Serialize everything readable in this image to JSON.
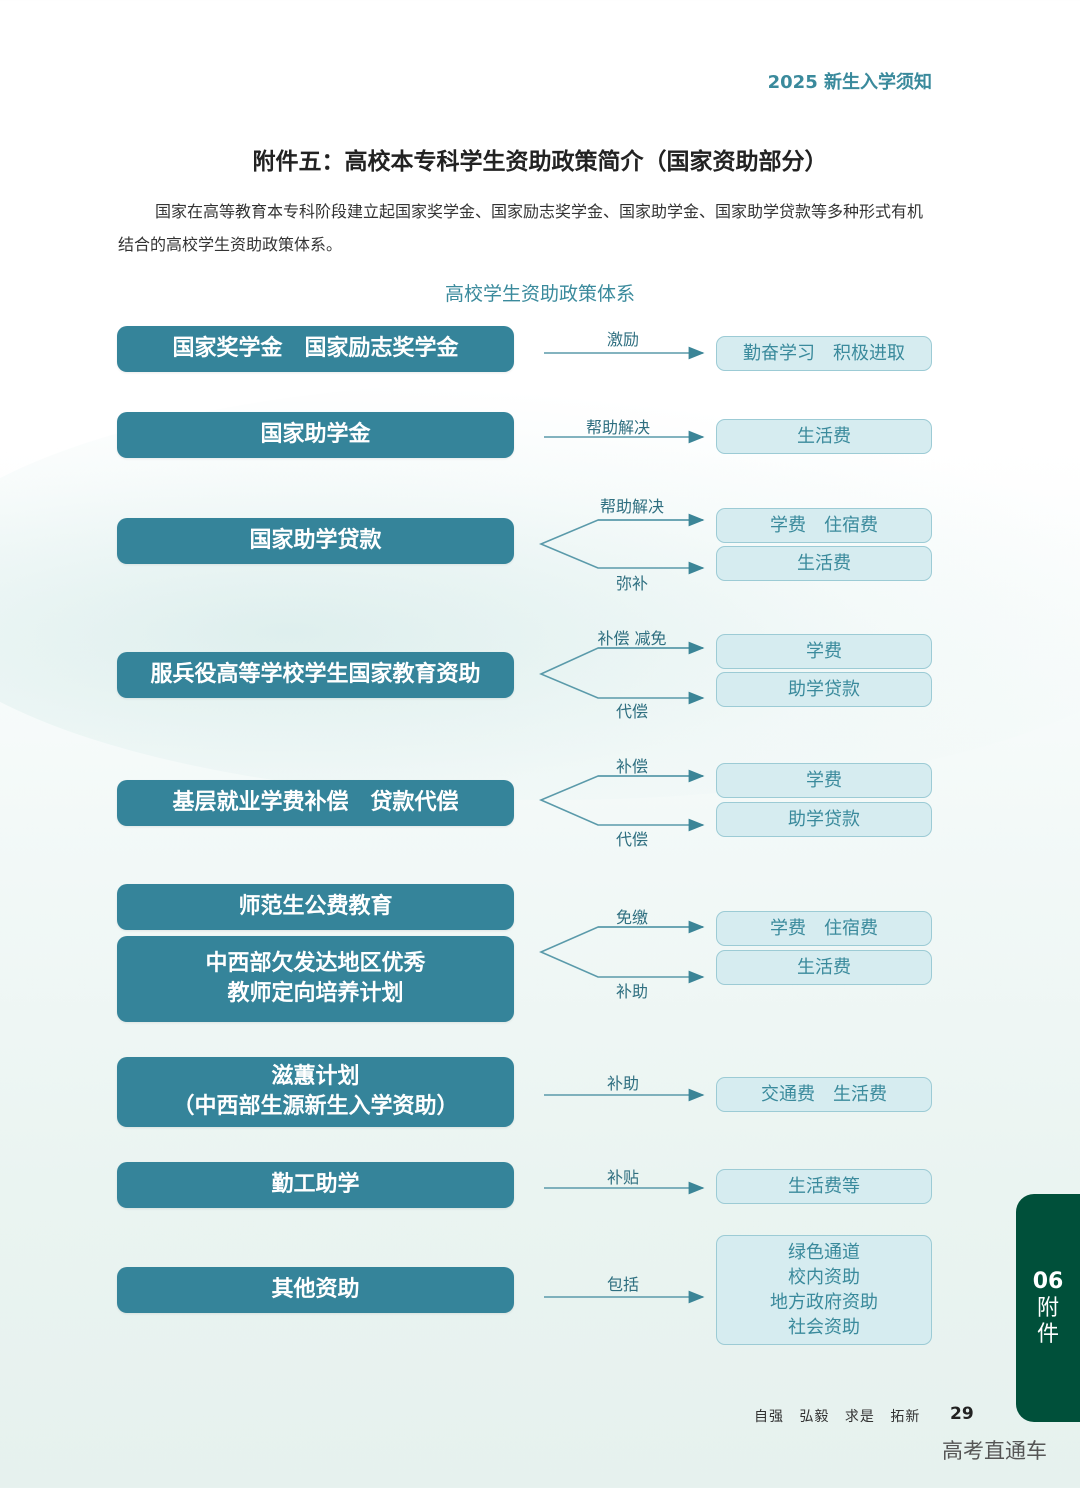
{
  "header": {
    "tag": "2025 新生入学须知"
  },
  "title": "附件五：高校本专科学生资助政策简介（国家资助部分）",
  "intro": "国家在高等教育本专科阶段建立起国家奖学金、国家励志奖学金、国家助学金、国家助学贷款等多种形式有机结合的高校学生资助政策体系。",
  "diagram": {
    "title": "高校学生资助政策体系",
    "colors": {
      "policy_box": "#35849a",
      "result_box": "#d6ecf0",
      "result_border": "#9ccbd5",
      "accent": "#3a8a9c"
    },
    "rows": [
      {
        "policy": [
          "国家奖学金　国家励志奖学金"
        ],
        "arrows": [
          "激励"
        ],
        "results": [
          [
            "勤奋学习　积极进取"
          ]
        ]
      },
      {
        "policy": [
          "国家助学金"
        ],
        "arrows": [
          "帮助解决"
        ],
        "results": [
          [
            "生活费"
          ]
        ]
      },
      {
        "policy": [
          "国家助学贷款"
        ],
        "arrows": [
          "帮助解决",
          "弥补"
        ],
        "results": [
          [
            "学费　住宿费"
          ],
          [
            "生活费"
          ]
        ]
      },
      {
        "policy": [
          "服兵役高等学校学生国家教育资助"
        ],
        "arrows": [
          "补偿 减免",
          "代偿"
        ],
        "results": [
          [
            "学费"
          ],
          [
            "助学贷款"
          ]
        ]
      },
      {
        "policy": [
          "基层就业学费补偿　贷款代偿"
        ],
        "arrows": [
          "补偿",
          "代偿"
        ],
        "results": [
          [
            "学费"
          ],
          [
            "助学贷款"
          ]
        ]
      },
      {
        "policy": [
          "师范生公费教育",
          "中西部欠发达地区优秀",
          "教师定向培养计划"
        ],
        "arrows": [
          "免缴",
          "补助"
        ],
        "results": [
          [
            "学费　住宿费"
          ],
          [
            "生活费"
          ]
        ]
      },
      {
        "policy": [
          "滋蕙计划",
          "（中西部生源新生入学资助）"
        ],
        "arrows": [
          "补助"
        ],
        "results": [
          [
            "交通费　生活费"
          ]
        ]
      },
      {
        "policy": [
          "勤工助学"
        ],
        "arrows": [
          "补贴"
        ],
        "results": [
          [
            "生活费等"
          ]
        ]
      },
      {
        "policy": [
          "其他资助"
        ],
        "arrows": [
          "包括"
        ],
        "results": [
          [
            "绿色通道",
            "校内资助",
            "地方政府资助",
            "社会资助"
          ]
        ]
      }
    ]
  },
  "side_tab": {
    "number": "06",
    "label_1": "附",
    "label_2": "件",
    "color": "#00503a"
  },
  "footer": {
    "motto": "自强 弘毅 求是 拓新",
    "page": "29"
  },
  "watermark": "高考直通车"
}
